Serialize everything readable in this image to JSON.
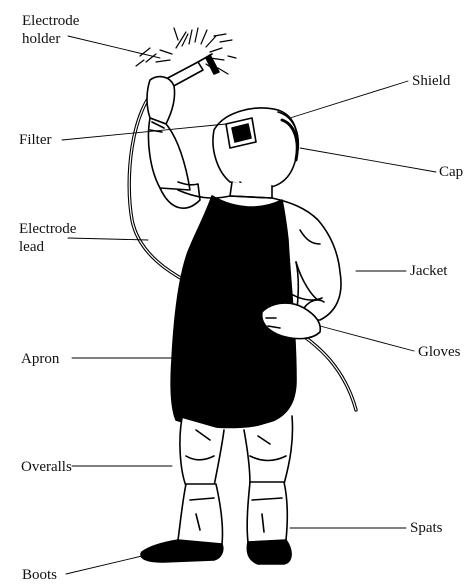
{
  "labels": {
    "electrode_holder_line1": "Electrode",
    "electrode_holder_line2": "holder",
    "filter": "Filter",
    "electrode_lead_line1": "Electrode",
    "electrode_lead_line2": "lead",
    "apron": "Apron",
    "overalls": "Overalls",
    "boots": "Boots",
    "shield": "Shield",
    "cap": "Cap",
    "jacket": "Jacket",
    "gloves": "Gloves",
    "spats": "Spats"
  }
}
